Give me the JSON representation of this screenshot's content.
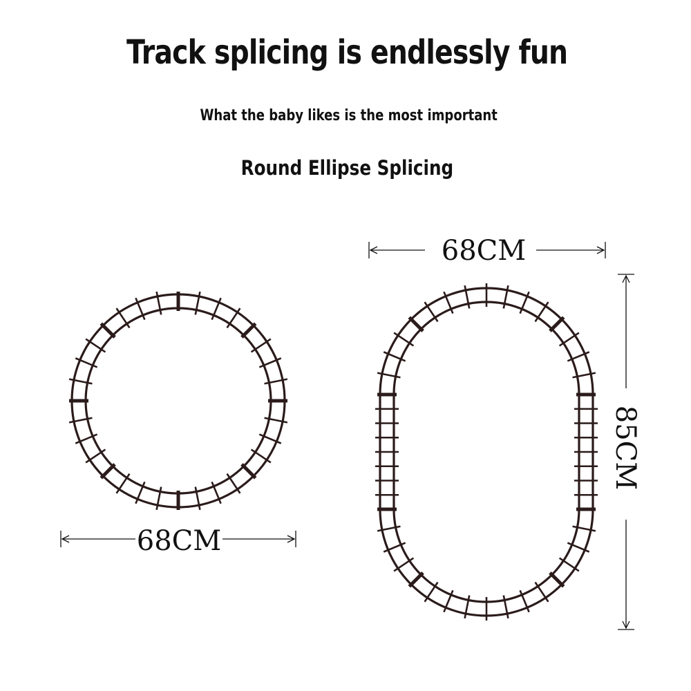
{
  "header": {
    "title": "Track splicing is endlessly fun",
    "subtitle": "What the baby likes is the most important",
    "section": "Round Ellipse Splicing"
  },
  "round_track": {
    "width_label": "68CM"
  },
  "oval_track": {
    "width_label": "68CM",
    "height_label": "85CM"
  },
  "colors": {
    "track": "#2b1b1b",
    "text": "#111111"
  }
}
